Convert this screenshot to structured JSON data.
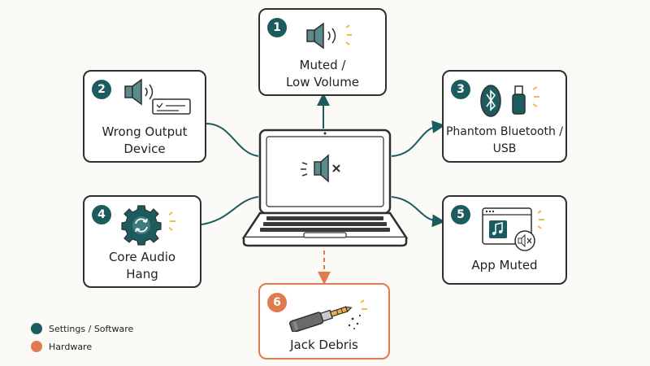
{
  "colors": {
    "software": "#1d5c5e",
    "hardware": "#e07a4f",
    "accent": "#f2b53a",
    "ink": "#2f2f2f"
  },
  "center": {
    "icon": "laptop-muted-speaker-icon"
  },
  "nodes": [
    {
      "number": "1",
      "label": "Muted /\nLow Volume",
      "category": "software",
      "icon": "speaker-low-volume-icon"
    },
    {
      "number": "2",
      "label": "Wrong Output\nDevice",
      "category": "software",
      "icon": "speaker-output-device-icon"
    },
    {
      "number": "3",
      "label": "Phantom Bluetooth /\nUSB",
      "category": "software",
      "icon": "bluetooth-usb-icon"
    },
    {
      "number": "4",
      "label": "Core Audio\nHang",
      "category": "software",
      "icon": "gear-refresh-icon"
    },
    {
      "number": "5",
      "label": "App Muted",
      "category": "software",
      "icon": "app-window-muted-icon"
    },
    {
      "number": "6",
      "label": "Jack Debris",
      "category": "hardware",
      "icon": "audio-jack-debris-icon"
    }
  ],
  "legend": [
    {
      "label": "Settings / Software",
      "color": "#1d5c5e"
    },
    {
      "label": "Hardware",
      "color": "#e07a4f"
    }
  ]
}
